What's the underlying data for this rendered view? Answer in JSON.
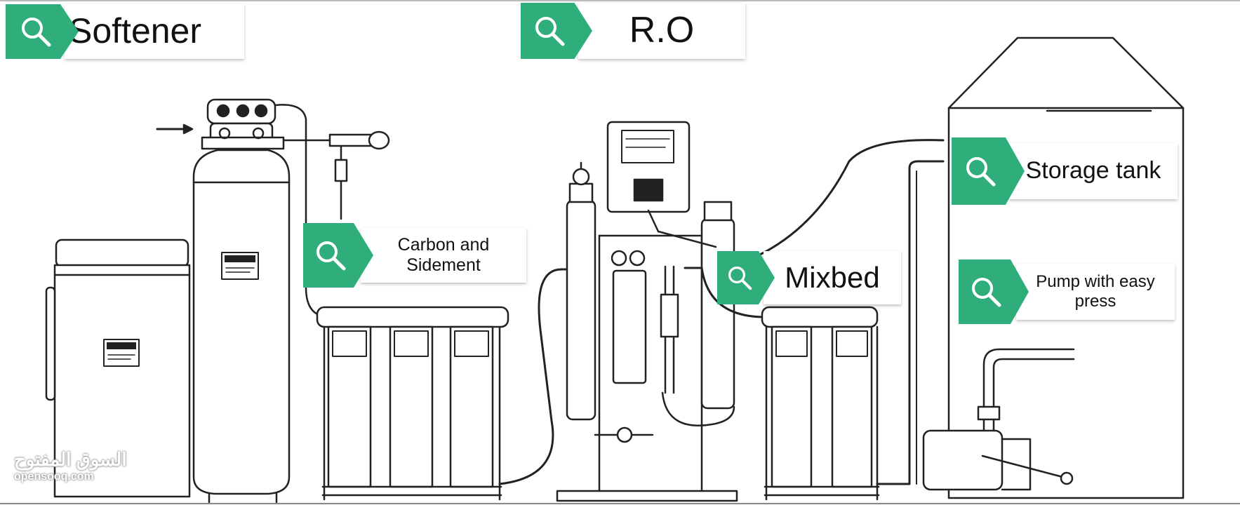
{
  "labels": {
    "softener": "Softener",
    "ro": "R.O",
    "carbon": "Carbon and\nSidement",
    "mixbed": "Mixbed",
    "storage": "Storage tank",
    "pump": "Pump with easy\npress"
  },
  "watermark": {
    "arabic": "السوق المفتوح",
    "latin": "opensooq.com"
  },
  "colors": {
    "accent": "#2fae7c",
    "line": "#222222"
  },
  "icons": [
    "search-icon"
  ]
}
